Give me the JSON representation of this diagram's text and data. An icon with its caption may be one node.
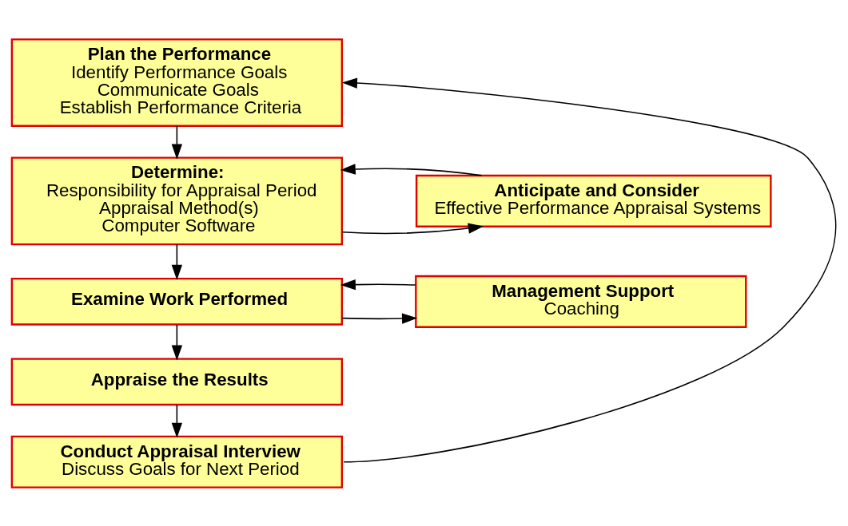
{
  "diagram": {
    "nodes": [
      {
        "text": [
          "Plan the Performance",
          "Identify Performance Goals",
          "Communicate Goals",
          "Establish Performance Criteria"
        ]
      },
      {
        "text": [
          "Determine:",
          "Responsibility for Appraisal Period",
          "Appraisal Method(s)",
          "Computer Software"
        ]
      },
      {
        "text": [
          "Anticipate and Consider",
          "Effective Performance Appraisal Systems"
        ]
      },
      {
        "text": [
          "Examine Work Performed"
        ]
      },
      {
        "text": [
          "Management Support",
          "Coaching"
        ]
      },
      {
        "text": [
          "Appraise the Results"
        ]
      },
      {
        "text": [
          "Conduct Appraisal Interview",
          "Discuss Goals for Next Period"
        ]
      }
    ],
    "edges": [
      {
        "from": 0,
        "to": 1,
        "arrow": "to"
      },
      {
        "from": 1,
        "to": 2,
        "arrow": "to"
      },
      {
        "from": 2,
        "to": 1,
        "arrow": "to"
      },
      {
        "from": 1,
        "to": 3,
        "arrow": "to"
      },
      {
        "from": 3,
        "to": 4,
        "arrow": "to"
      },
      {
        "from": 4,
        "to": 3,
        "arrow": "to"
      },
      {
        "from": 3,
        "to": 5,
        "arrow": "to"
      },
      {
        "from": 5,
        "to": 6,
        "arrow": "to"
      },
      {
        "from": 6,
        "to": 0,
        "arrow": "to"
      }
    ]
  }
}
